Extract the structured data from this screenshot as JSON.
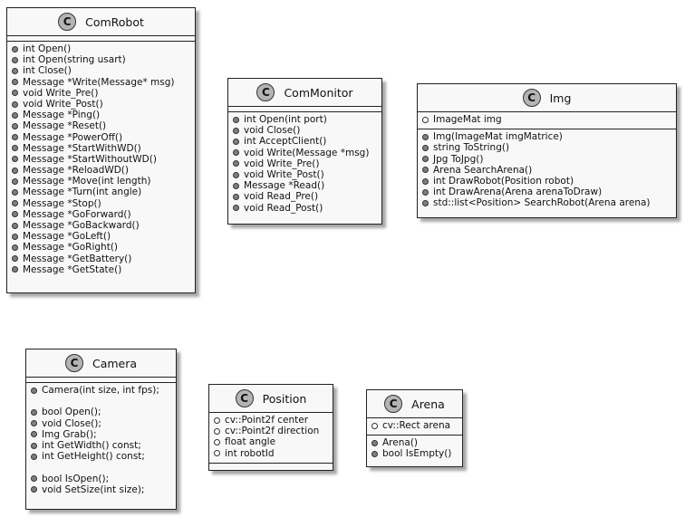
{
  "classes": [
    {
      "id": "comrobot",
      "badge": "C",
      "name": "ComRobot",
      "fields": [],
      "methods": [
        "int Open()",
        "int Open(string usart)",
        "int Close()",
        "Message *Write(Message* msg)",
        "void Write_Pre()",
        "void Write_Post()",
        "Message *Ping()",
        "Message *Reset()",
        "Message *PowerOff()",
        "Message *StartWithWD()",
        "Message *StartWithoutWD()",
        "Message *ReloadWD()",
        "Message *Move(int length)",
        "Message *Turn(int angle)",
        "Message *Stop()",
        "Message *GoForward()",
        "Message *GoBackward()",
        "Message *GoLeft()",
        "Message *GoRight()",
        "Message *GetBattery()",
        "Message *GetState()"
      ]
    },
    {
      "id": "commonitor",
      "badge": "C",
      "name": "ComMonitor",
      "fields": [],
      "methods": [
        "int Open(int port)",
        "void Close()",
        "int AcceptClient()",
        "void Write(Message *msg)",
        "void Write_Pre()",
        "void Write_Post()",
        "Message *Read()",
        "void Read_Pre()",
        "void Read_Post()"
      ]
    },
    {
      "id": "img",
      "badge": "C",
      "name": "Img",
      "fields": [
        "ImageMat img"
      ],
      "methods": [
        "Img(ImageMat imgMatrice)",
        "string ToString()",
        "Jpg ToJpg()",
        "Arena SearchArena()",
        "int DrawRobot(Position robot)",
        "int DrawArena(Arena arenaToDraw)",
        "std::list<Position> SearchRobot(Arena arena)"
      ]
    },
    {
      "id": "camera",
      "badge": "C",
      "name": "Camera",
      "fields": [],
      "methods": [
        "Camera(int size, int fps);",
        "",
        "bool Open();",
        "void Close();",
        "Img Grab();",
        "int GetWidth() const;",
        "int GetHeight() const;",
        "",
        "bool IsOpen();",
        "void SetSize(int size);"
      ]
    },
    {
      "id": "position",
      "badge": "C",
      "name": "Position",
      "fields": [
        "cv::Point2f center",
        "cv::Point2f direction",
        "float angle",
        "int robotId"
      ],
      "methods": []
    },
    {
      "id": "arena",
      "badge": "C",
      "name": "Arena",
      "fields": [
        "cv::Rect arena"
      ],
      "methods": [
        "Arena()",
        "bool IsEmpty()"
      ]
    }
  ]
}
